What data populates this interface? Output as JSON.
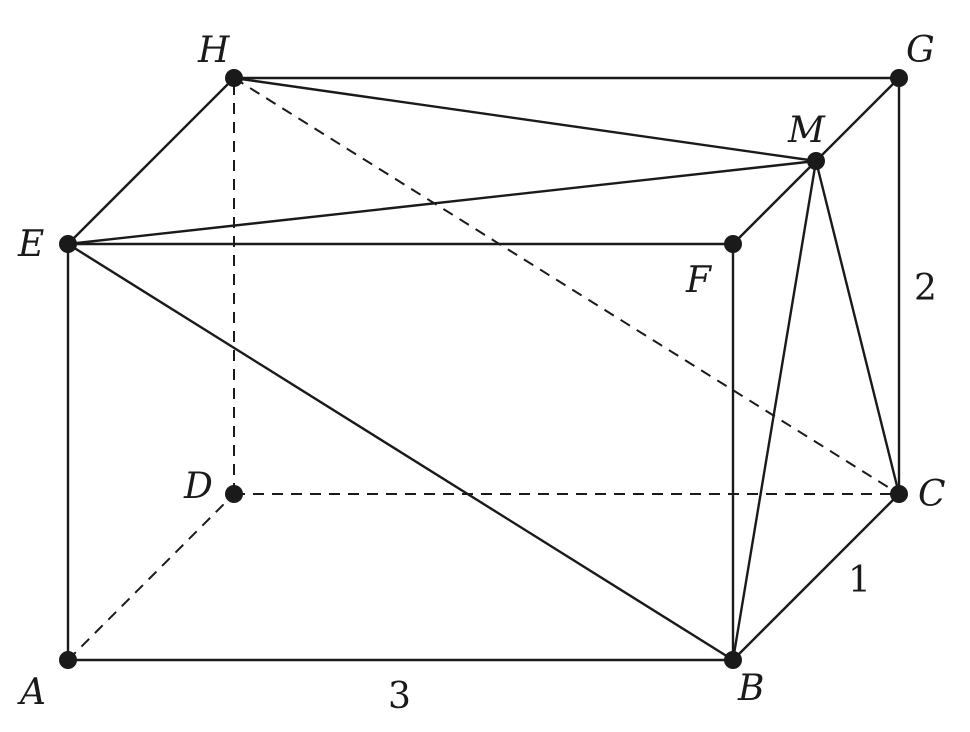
{
  "vertex_labels": {
    "A": "A",
    "B": "B",
    "C": "C",
    "D": "D",
    "E": "E",
    "F": "F",
    "G": "G",
    "H": "H",
    "M": "M"
  },
  "dimensions": {
    "ab": "3",
    "bc": "1",
    "cg": "2"
  },
  "solid_edges": [
    [
      "A",
      "B"
    ],
    [
      "B",
      "C"
    ],
    [
      "C",
      "G"
    ],
    [
      "G",
      "H"
    ],
    [
      "H",
      "E"
    ],
    [
      "E",
      "F"
    ],
    [
      "F",
      "M"
    ],
    [
      "M",
      "G"
    ],
    [
      "A",
      "E"
    ],
    [
      "B",
      "F"
    ],
    [
      "E",
      "B"
    ],
    [
      "H",
      "M"
    ],
    [
      "E",
      "M"
    ],
    [
      "M",
      "B"
    ],
    [
      "M",
      "C"
    ]
  ],
  "hidden_edges": [
    [
      "A",
      "D"
    ],
    [
      "D",
      "C"
    ],
    [
      "D",
      "H"
    ],
    [
      "H",
      "C"
    ]
  ]
}
